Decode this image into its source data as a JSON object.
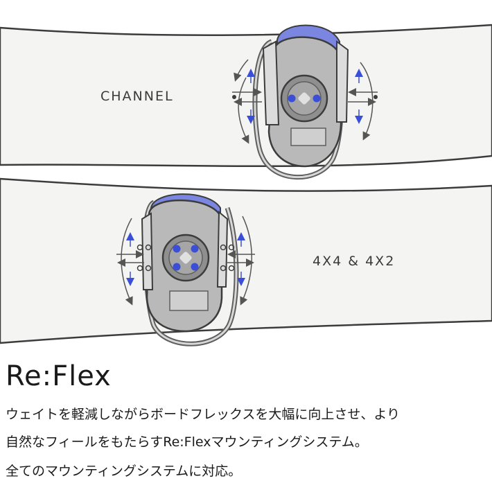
{
  "illustration": {
    "boards": [
      {
        "label": "CHANNEL",
        "mount_type": "channel"
      },
      {
        "label": "4X4 & 4X2",
        "mount_type": "4x4-4x2"
      }
    ],
    "colors": {
      "board_fill": "#f4f4f2",
      "board_outline": "#3c3c3c",
      "binding_fill": "#b9b9b9",
      "binding_dark": "#5e5e5e",
      "accent_blue": "#3a4fd6",
      "highback_blue": "#7a86e0",
      "arrow_gray": "#555555"
    }
  },
  "product": {
    "title": "Re:Flex",
    "description_lines": [
      "ウェイトを軽減しながらボードフレックスを大幅に向上させ、より",
      "自然なフィールをもたらすRe:Flexマウンティングシステム。",
      "全てのマウンティングシステムに対応。"
    ]
  }
}
